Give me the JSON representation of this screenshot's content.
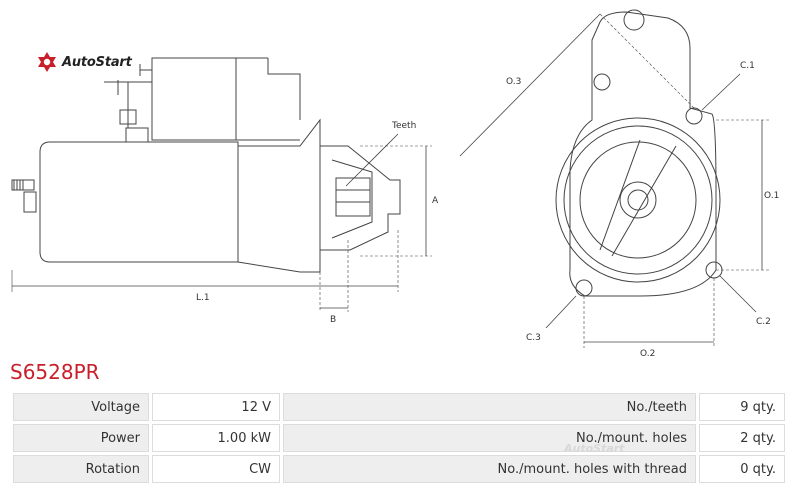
{
  "brand": {
    "name": "AutoStart",
    "accent": "#c8202a"
  },
  "drawing": {
    "labels": {
      "teeth": "Teeth",
      "a": "A",
      "b": "B",
      "l1": "L.1",
      "o1": "O.1",
      "o2": "O.2",
      "o3": "O.3",
      "c1": "C.1",
      "c2": "C.2",
      "c3": "C.3"
    }
  },
  "part_number": "S6528PR",
  "specs": [
    {
      "label": "Voltage",
      "value": "12 V",
      "label2": "No./teeth",
      "value2": "9 qty."
    },
    {
      "label": "Power",
      "value": "1.00 kW",
      "label2": "No./mount. holes",
      "value2": "2 qty."
    },
    {
      "label": "Rotation",
      "value": "CW",
      "label2": "No./mount. holes with thread",
      "value2": "0 qty."
    }
  ],
  "watermark": "AutoStart"
}
